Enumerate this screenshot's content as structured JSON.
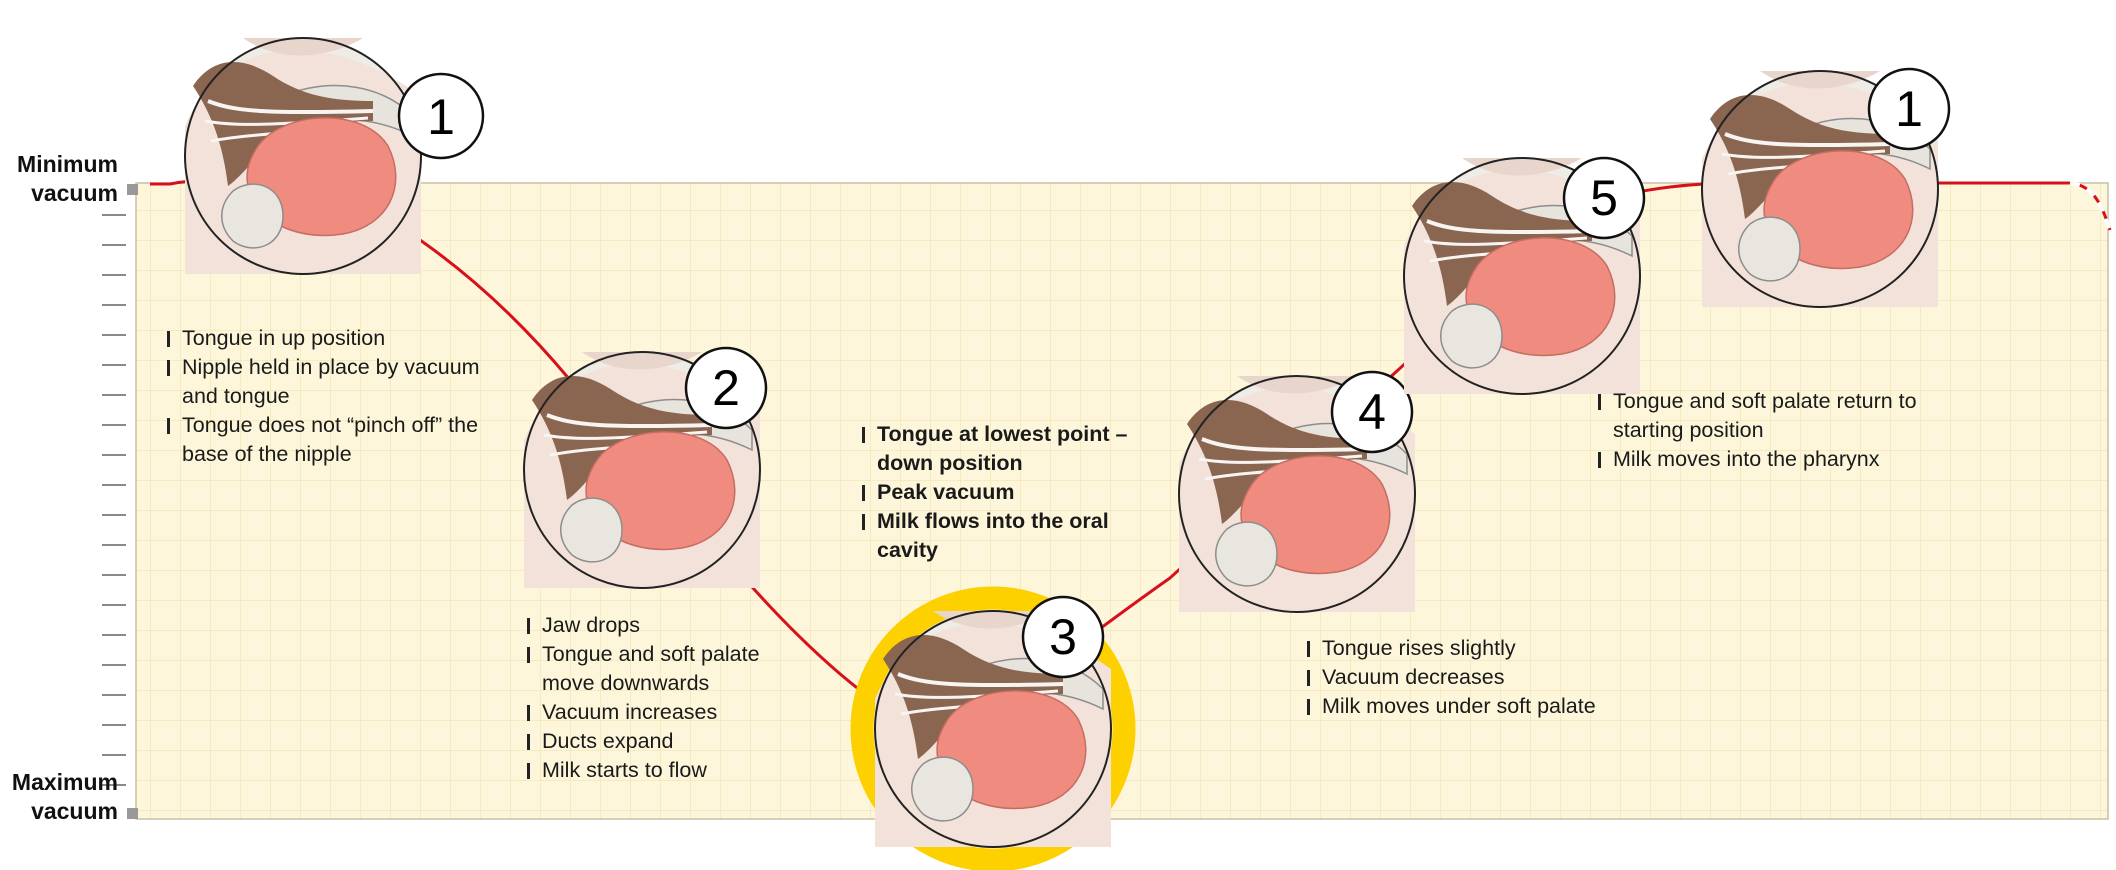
{
  "axis": {
    "min_label": [
      "Minimum",
      "vacuum"
    ],
    "max_label": [
      "Maximum",
      "vacuum"
    ]
  },
  "stages": [
    {
      "number": "1",
      "level": 0.0,
      "highlighted": false,
      "bullets": [
        "Tongue in up position",
        "Nipple held in place by vacuum and tongue",
        "Tongue does not “pinch off” the base of the nipple"
      ]
    },
    {
      "number": "2",
      "level": 0.45,
      "highlighted": false,
      "bullets": [
        "Jaw drops",
        "Tongue and soft palate move downwards",
        "Vacuum increases",
        "Ducts expand",
        "Milk starts to flow"
      ]
    },
    {
      "number": "3",
      "level": 0.85,
      "highlighted": true,
      "bullets": [
        "Tongue at lowest point – down position",
        "Peak vacuum",
        "Milk flows into the oral cavity"
      ]
    },
    {
      "number": "4",
      "level": 0.5,
      "highlighted": false,
      "bullets": [
        "Tongue rises slightly",
        "Vacuum decreases",
        "Milk moves under soft palate"
      ]
    },
    {
      "number": "5",
      "level": 0.12,
      "highlighted": false,
      "bullets": [
        "Tongue and soft palate return to starting position",
        "Milk moves into the pharynx"
      ]
    },
    {
      "number": "1",
      "level": 0.0,
      "highlighted": false,
      "bullets": []
    }
  ],
  "colors": {
    "background_panel": "#fdf6da",
    "grid": "#f0e3b0",
    "curve": "#d8101b",
    "highlight_ring": "#fdd000",
    "tongue": "#f08b80",
    "muscle": "#8a6550",
    "tissue": "#f1dfd6"
  }
}
